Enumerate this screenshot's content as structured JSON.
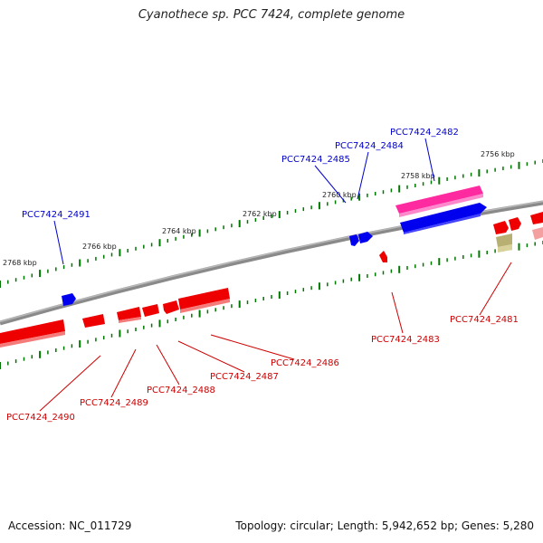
{
  "title": "Cyanothece sp. PCC 7424, complete genome",
  "footer": {
    "accession": "Accession: NC_011729",
    "summary": "Topology: circular; Length: 5,942,652 bp; Genes: 5,280"
  },
  "tick_labels": [
    "2756 kbp",
    "2758 kbp",
    "2760 kbp",
    "2762 kbp",
    "2764 kbp",
    "2766 kbp",
    "2768 kbp"
  ],
  "genes_forward": [
    "PCC7424_2482",
    "PCC7424_2484",
    "PCC7424_2485",
    "PCC7424_2491"
  ],
  "genes_reverse": [
    "PCC7424_2481",
    "PCC7424_2483",
    "PCC7424_2486",
    "PCC7424_2487",
    "PCC7424_2488",
    "PCC7424_2489",
    "PCC7424_2490"
  ],
  "colors": {
    "forward_label": "#0000cc",
    "reverse_label": "#cc0000",
    "forward_gene": "#0000ee",
    "reverse_gene": "#ee0000",
    "rna_gene": "#ff33aa",
    "other_gene": "#b5b070",
    "ticks": "#007700",
    "backbone": "#888888"
  }
}
